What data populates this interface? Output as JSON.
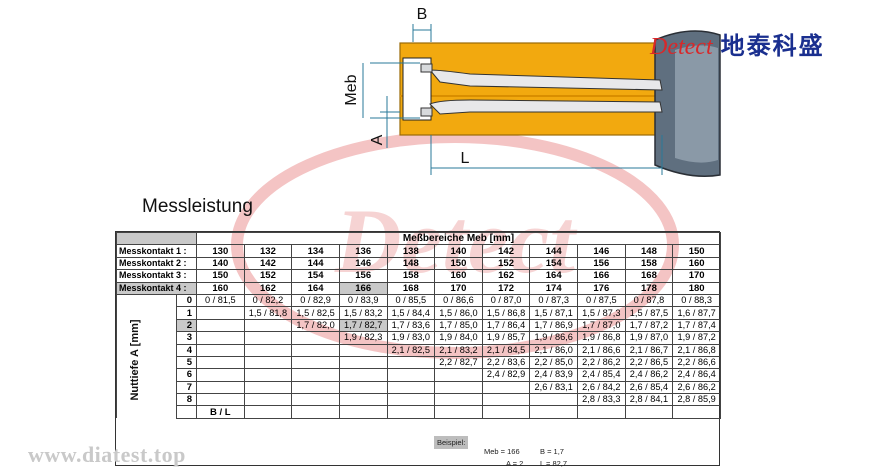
{
  "brand": {
    "latin": "Detect",
    "chinese": "地泰科盛"
  },
  "watermark": {
    "text": "Detect",
    "url": "www.diatest.top"
  },
  "diagram": {
    "label_b": "B",
    "label_meb": "Meb",
    "label_a": "A",
    "label_l": "L"
  },
  "heading": "Messleistung",
  "table": {
    "title": "Meßbereiche   Meb   [mm]",
    "contact_rows": [
      {
        "label": "Messkontakt 1 :",
        "values": [
          "130",
          "132",
          "134",
          "136",
          "138",
          "140",
          "142",
          "144",
          "146",
          "148",
          "150"
        ]
      },
      {
        "label": "Messkontakt 2 :",
        "values": [
          "140",
          "142",
          "144",
          "146",
          "148",
          "150",
          "152",
          "154",
          "156",
          "158",
          "160"
        ]
      },
      {
        "label": "Messkontakt 3 :",
        "values": [
          "150",
          "152",
          "154",
          "156",
          "158",
          "160",
          "162",
          "164",
          "166",
          "168",
          "170"
        ]
      },
      {
        "label": "Messkontakt 4 :",
        "values": [
          "160",
          "162",
          "164",
          "166",
          "168",
          "170",
          "172",
          "174",
          "176",
          "178",
          "180"
        ]
      }
    ],
    "side_label": "Nuttiefe   A   [mm]",
    "rows": [
      {
        "a": "0",
        "cells": [
          "0 / 81,5",
          "0 / 82,2",
          "0 / 82,9",
          "0 / 83,9",
          "0 / 85,5",
          "0 / 86,6",
          "0 / 87,0",
          "0 / 87,3",
          "0 / 87,5",
          "0 / 87,8",
          "0 / 88,3"
        ]
      },
      {
        "a": "1",
        "cells": [
          "",
          "1,5 / 81,8",
          "1,5 / 82,5",
          "1,5 / 83,2",
          "1,5 / 84,4",
          "1,5 / 86,0",
          "1,5 / 86,8",
          "1,5 / 87,1",
          "1,5 / 87,3",
          "1,5 / 87,5",
          "1,6 / 87,7"
        ]
      },
      {
        "a": "2",
        "cells": [
          "",
          "",
          "1,7 / 82,0",
          "1,7 / 82,7",
          "1,7 / 83,6",
          "1,7 / 85,0",
          "1,7 / 86,4",
          "1,7 / 86,9",
          "1,7 / 87,0",
          "1,7 / 87,2",
          "1,7 / 87,4"
        ]
      },
      {
        "a": "3",
        "cells": [
          "",
          "",
          "",
          "1,9 / 82,3",
          "1,9 / 83,0",
          "1,9 / 84,0",
          "1,9 / 85,7",
          "1,9 / 86,6",
          "1,9 / 86,8",
          "1,9 / 87,0",
          "1,9 / 87,2"
        ]
      },
      {
        "a": "4",
        "cells": [
          "",
          "",
          "",
          "",
          "2,1 / 82,5",
          "2,1 / 83,2",
          "2,1 / 84,5",
          "2,1 / 86,0",
          "2,1 / 86,6",
          "2,1 / 86,7",
          "2,1 / 86,8"
        ]
      },
      {
        "a": "5",
        "cells": [
          "",
          "",
          "",
          "",
          "",
          "2,2 / 82,7",
          "2,2 / 83,6",
          "2,2 / 85,0",
          "2,2 / 86,2",
          "2,2 / 86,5",
          "2,2 / 86,6"
        ]
      },
      {
        "a": "6",
        "cells": [
          "",
          "",
          "",
          "",
          "",
          "",
          "2,4 / 82,9",
          "2,4 / 83,9",
          "2,4 / 85,4",
          "2,4 / 86,2",
          "2,4 / 86,4"
        ]
      },
      {
        "a": "7",
        "cells": [
          "",
          "",
          "",
          "",
          "",
          "",
          "",
          "2,6 / 83,1",
          "2,6 / 84,2",
          "2,6 / 85,4",
          "2,6 / 86,2"
        ]
      },
      {
        "a": "8",
        "cells": [
          "",
          "",
          "",
          "",
          "",
          "",
          "",
          "",
          "2,8 / 83,3",
          "2,8 / 84,1",
          "2,8 / 85,9"
        ]
      }
    ],
    "footer_label": "B / L"
  },
  "example": {
    "label": "Beispiel:",
    "meb": "Meb = 166",
    "b": "B = 1,7",
    "a": "A = 2",
    "l": "L = 82,7"
  }
}
